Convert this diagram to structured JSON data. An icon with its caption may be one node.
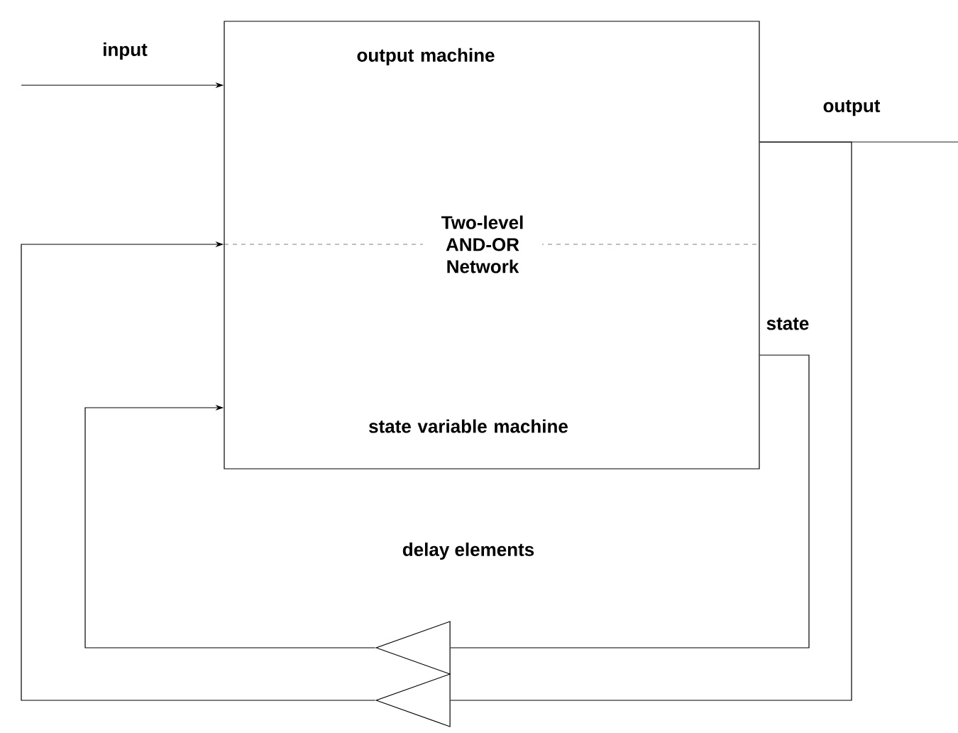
{
  "diagram": {
    "nodes": [
      {
        "text": [
          "output machine",
          "Two-level AND-OR Network",
          "state variable machine"
        ]
      },
      {
        "text": [],
        "shape": "triangle"
      },
      {
        "text": [],
        "shape": "triangle"
      }
    ],
    "edges": [
      {
        "from": null,
        "to": 0,
        "arrow": "to",
        "label": "input"
      },
      {
        "from": 0,
        "to": null,
        "arrow": "none",
        "label": "output"
      },
      {
        "from": 0,
        "to": 1,
        "arrow": "none",
        "label": "state"
      },
      {
        "from": 1,
        "to": 0,
        "arrow": "to"
      },
      {
        "from": 0,
        "to": 2,
        "arrow": "none"
      },
      {
        "from": 2,
        "to": 0,
        "arrow": "to"
      }
    ],
    "labels": [
      "delay elements"
    ]
  }
}
